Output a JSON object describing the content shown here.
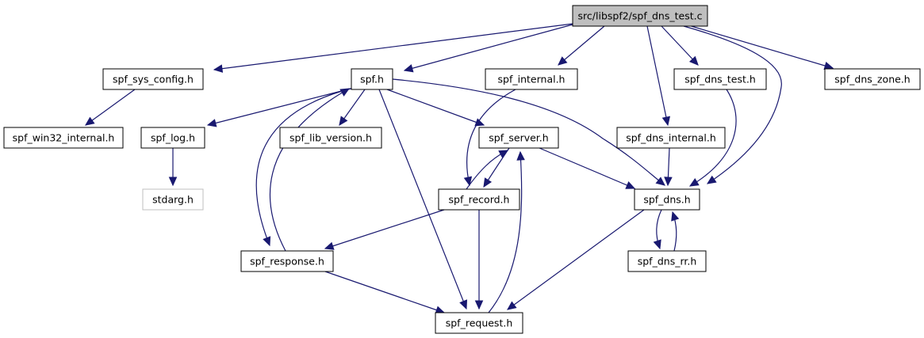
{
  "diagram": {
    "colors": {
      "edge": "#191970",
      "root_fill": "#bfbfbf",
      "external_border": "#bfbfbf",
      "node_fill": "#ffffff",
      "node_border": "#000000"
    },
    "nodes": [
      {
        "id": "root",
        "label": "src/libspf2/spf_dns_test.c",
        "kind": "root"
      },
      {
        "id": "sysconfig",
        "label": "spf_sys_config.h"
      },
      {
        "id": "spfh",
        "label": "spf.h"
      },
      {
        "id": "internal",
        "label": "spf_internal.h"
      },
      {
        "id": "dnstest",
        "label": "spf_dns_test.h"
      },
      {
        "id": "dnszone",
        "label": "spf_dns_zone.h"
      },
      {
        "id": "win32",
        "label": "spf_win32_internal.h"
      },
      {
        "id": "log",
        "label": "spf_log.h"
      },
      {
        "id": "libver",
        "label": "spf_lib_version.h"
      },
      {
        "id": "server",
        "label": "spf_server.h"
      },
      {
        "id": "dnsint",
        "label": "spf_dns_internal.h"
      },
      {
        "id": "stdarg",
        "label": "stdarg.h",
        "kind": "external"
      },
      {
        "id": "record",
        "label": "spf_record.h"
      },
      {
        "id": "dns",
        "label": "spf_dns.h"
      },
      {
        "id": "response",
        "label": "spf_response.h"
      },
      {
        "id": "dnsrr",
        "label": "spf_dns_rr.h"
      },
      {
        "id": "request",
        "label": "spf_request.h"
      }
    ],
    "edges": [
      [
        "root",
        "sysconfig"
      ],
      [
        "root",
        "spfh"
      ],
      [
        "root",
        "internal"
      ],
      [
        "root",
        "dnsint"
      ],
      [
        "root",
        "dnstest"
      ],
      [
        "root",
        "dns"
      ],
      [
        "root",
        "dnszone"
      ],
      [
        "sysconfig",
        "win32"
      ],
      [
        "spfh",
        "log"
      ],
      [
        "spfh",
        "libver"
      ],
      [
        "spfh",
        "server"
      ],
      [
        "spfh",
        "dns"
      ],
      [
        "spfh",
        "response"
      ],
      [
        "spfh",
        "request"
      ],
      [
        "internal",
        "record"
      ],
      [
        "dnstest",
        "dns"
      ],
      [
        "dnsint",
        "dns"
      ],
      [
        "log",
        "stdarg"
      ],
      [
        "server",
        "record"
      ],
      [
        "server",
        "dns"
      ],
      [
        "record",
        "server"
      ],
      [
        "record",
        "response"
      ],
      [
        "record",
        "request"
      ],
      [
        "dns",
        "dnsrr"
      ],
      [
        "dns",
        "request"
      ],
      [
        "dnsrr",
        "dns"
      ],
      [
        "response",
        "spfh"
      ],
      [
        "response",
        "request"
      ],
      [
        "request",
        "server"
      ]
    ]
  }
}
